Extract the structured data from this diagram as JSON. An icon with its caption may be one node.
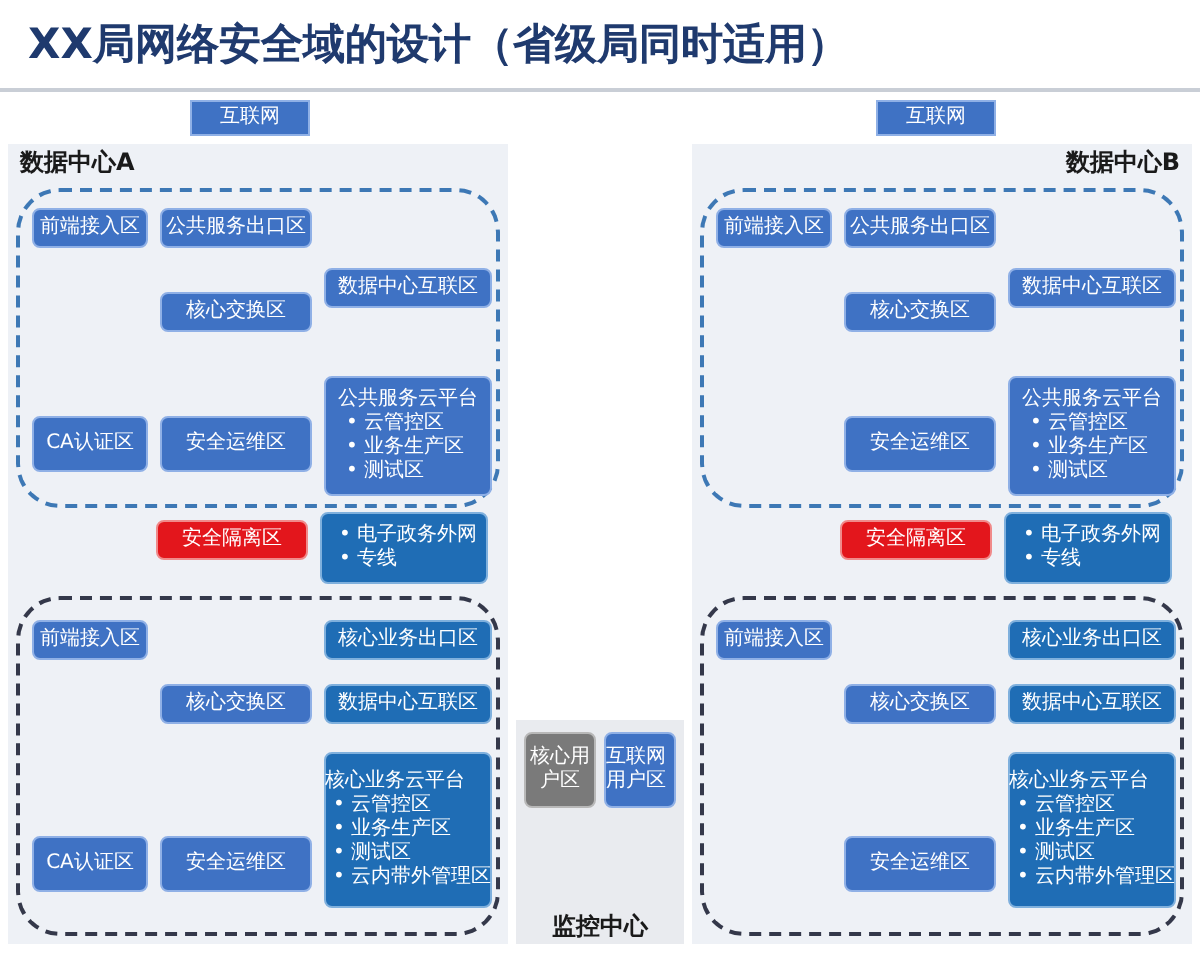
{
  "diagram": {
    "title": "XX局网络安全域的设计（省级局同时适用）",
    "nodes": [
      {
        "text": [
          "互联网"
        ]
      },
      {
        "text": [
          "数据中心A"
        ]
      },
      {
        "text": [],
        "shape": "box",
        "in": 1
      },
      {
        "text": [
          "前端接入区"
        ],
        "in": 2
      },
      {
        "text": [
          "公共服务出口区"
        ],
        "in": 2
      },
      {
        "text": [
          "数据中心互联区"
        ],
        "in": 2
      },
      {
        "text": [
          "核心交换区"
        ],
        "in": 2
      },
      {
        "text": [
          "CA认证区"
        ],
        "in": 2
      },
      {
        "text": [
          "安全运维区"
        ],
        "in": 2
      },
      {
        "text": [
          "公共服务云平台",
          "• 云管控区",
          "• 业务生产区",
          "• 测试区"
        ],
        "in": 2
      },
      {
        "text": [
          "安全隔离区"
        ],
        "in": 1
      },
      {
        "text": [
          "• 电子政务外网",
          "• 专线"
        ],
        "in": 1
      },
      {
        "text": [],
        "shape": "box",
        "in": 1
      },
      {
        "text": [
          "前端接入区"
        ],
        "in": 12
      },
      {
        "text": [
          "核心业务出口区"
        ],
        "in": 12
      },
      {
        "text": [
          "核心交换区"
        ],
        "in": 12
      },
      {
        "text": [
          "数据中心互联区"
        ],
        "in": 12
      },
      {
        "text": [
          "CA认证区"
        ],
        "in": 12
      },
      {
        "text": [
          "安全运维区"
        ],
        "in": 12
      },
      {
        "text": [
          "核心业务云平台",
          "• 云管控区",
          "• 业务生产区",
          "• 测试区",
          "• 云内带外管理区"
        ],
        "in": 12
      },
      {
        "text": [
          "监控中心"
        ]
      },
      {
        "text": [
          "核心用户区"
        ],
        "in": 20
      },
      {
        "text": [
          "互联网用户区"
        ],
        "in": 20
      },
      {
        "text": [
          "互联网"
        ]
      },
      {
        "text": [
          "数据中心B"
        ]
      },
      {
        "text": [],
        "shape": "box",
        "in": 24
      },
      {
        "text": [
          "前端接入区"
        ],
        "in": 25
      },
      {
        "text": [
          "公共服务出口区"
        ],
        "in": 25
      },
      {
        "text": [
          "数据中心互联区"
        ],
        "in": 25
      },
      {
        "text": [
          "核心交换区"
        ],
        "in": 25
      },
      {
        "text": [
          "安全运维区"
        ],
        "in": 25
      },
      {
        "text": [
          "公共服务云平台",
          "• 云管控区",
          "• 业务生产区",
          "• 测试区"
        ],
        "in": 25
      },
      {
        "text": [
          "安全隔离区"
        ],
        "in": 24
      },
      {
        "text": [
          "• 电子政务外网",
          "• 专线"
        ],
        "in": 24
      },
      {
        "text": [],
        "shape": "box",
        "in": 24
      },
      {
        "text": [
          "前端接入区"
        ],
        "in": 34
      },
      {
        "text": [
          "核心业务出口区"
        ],
        "in": 34
      },
      {
        "text": [
          "核心交换区"
        ],
        "in": 34
      },
      {
        "text": [
          "数据中心互联区"
        ],
        "in": 34
      },
      {
        "text": [
          "安全运维区"
        ],
        "in": 34
      },
      {
        "text": [
          "核心业务云平台",
          "• 云管控区",
          "• 业务生产区",
          "• 测试区",
          "• 云内带外管理区"
        ],
        "in": 34
      }
    ]
  }
}
